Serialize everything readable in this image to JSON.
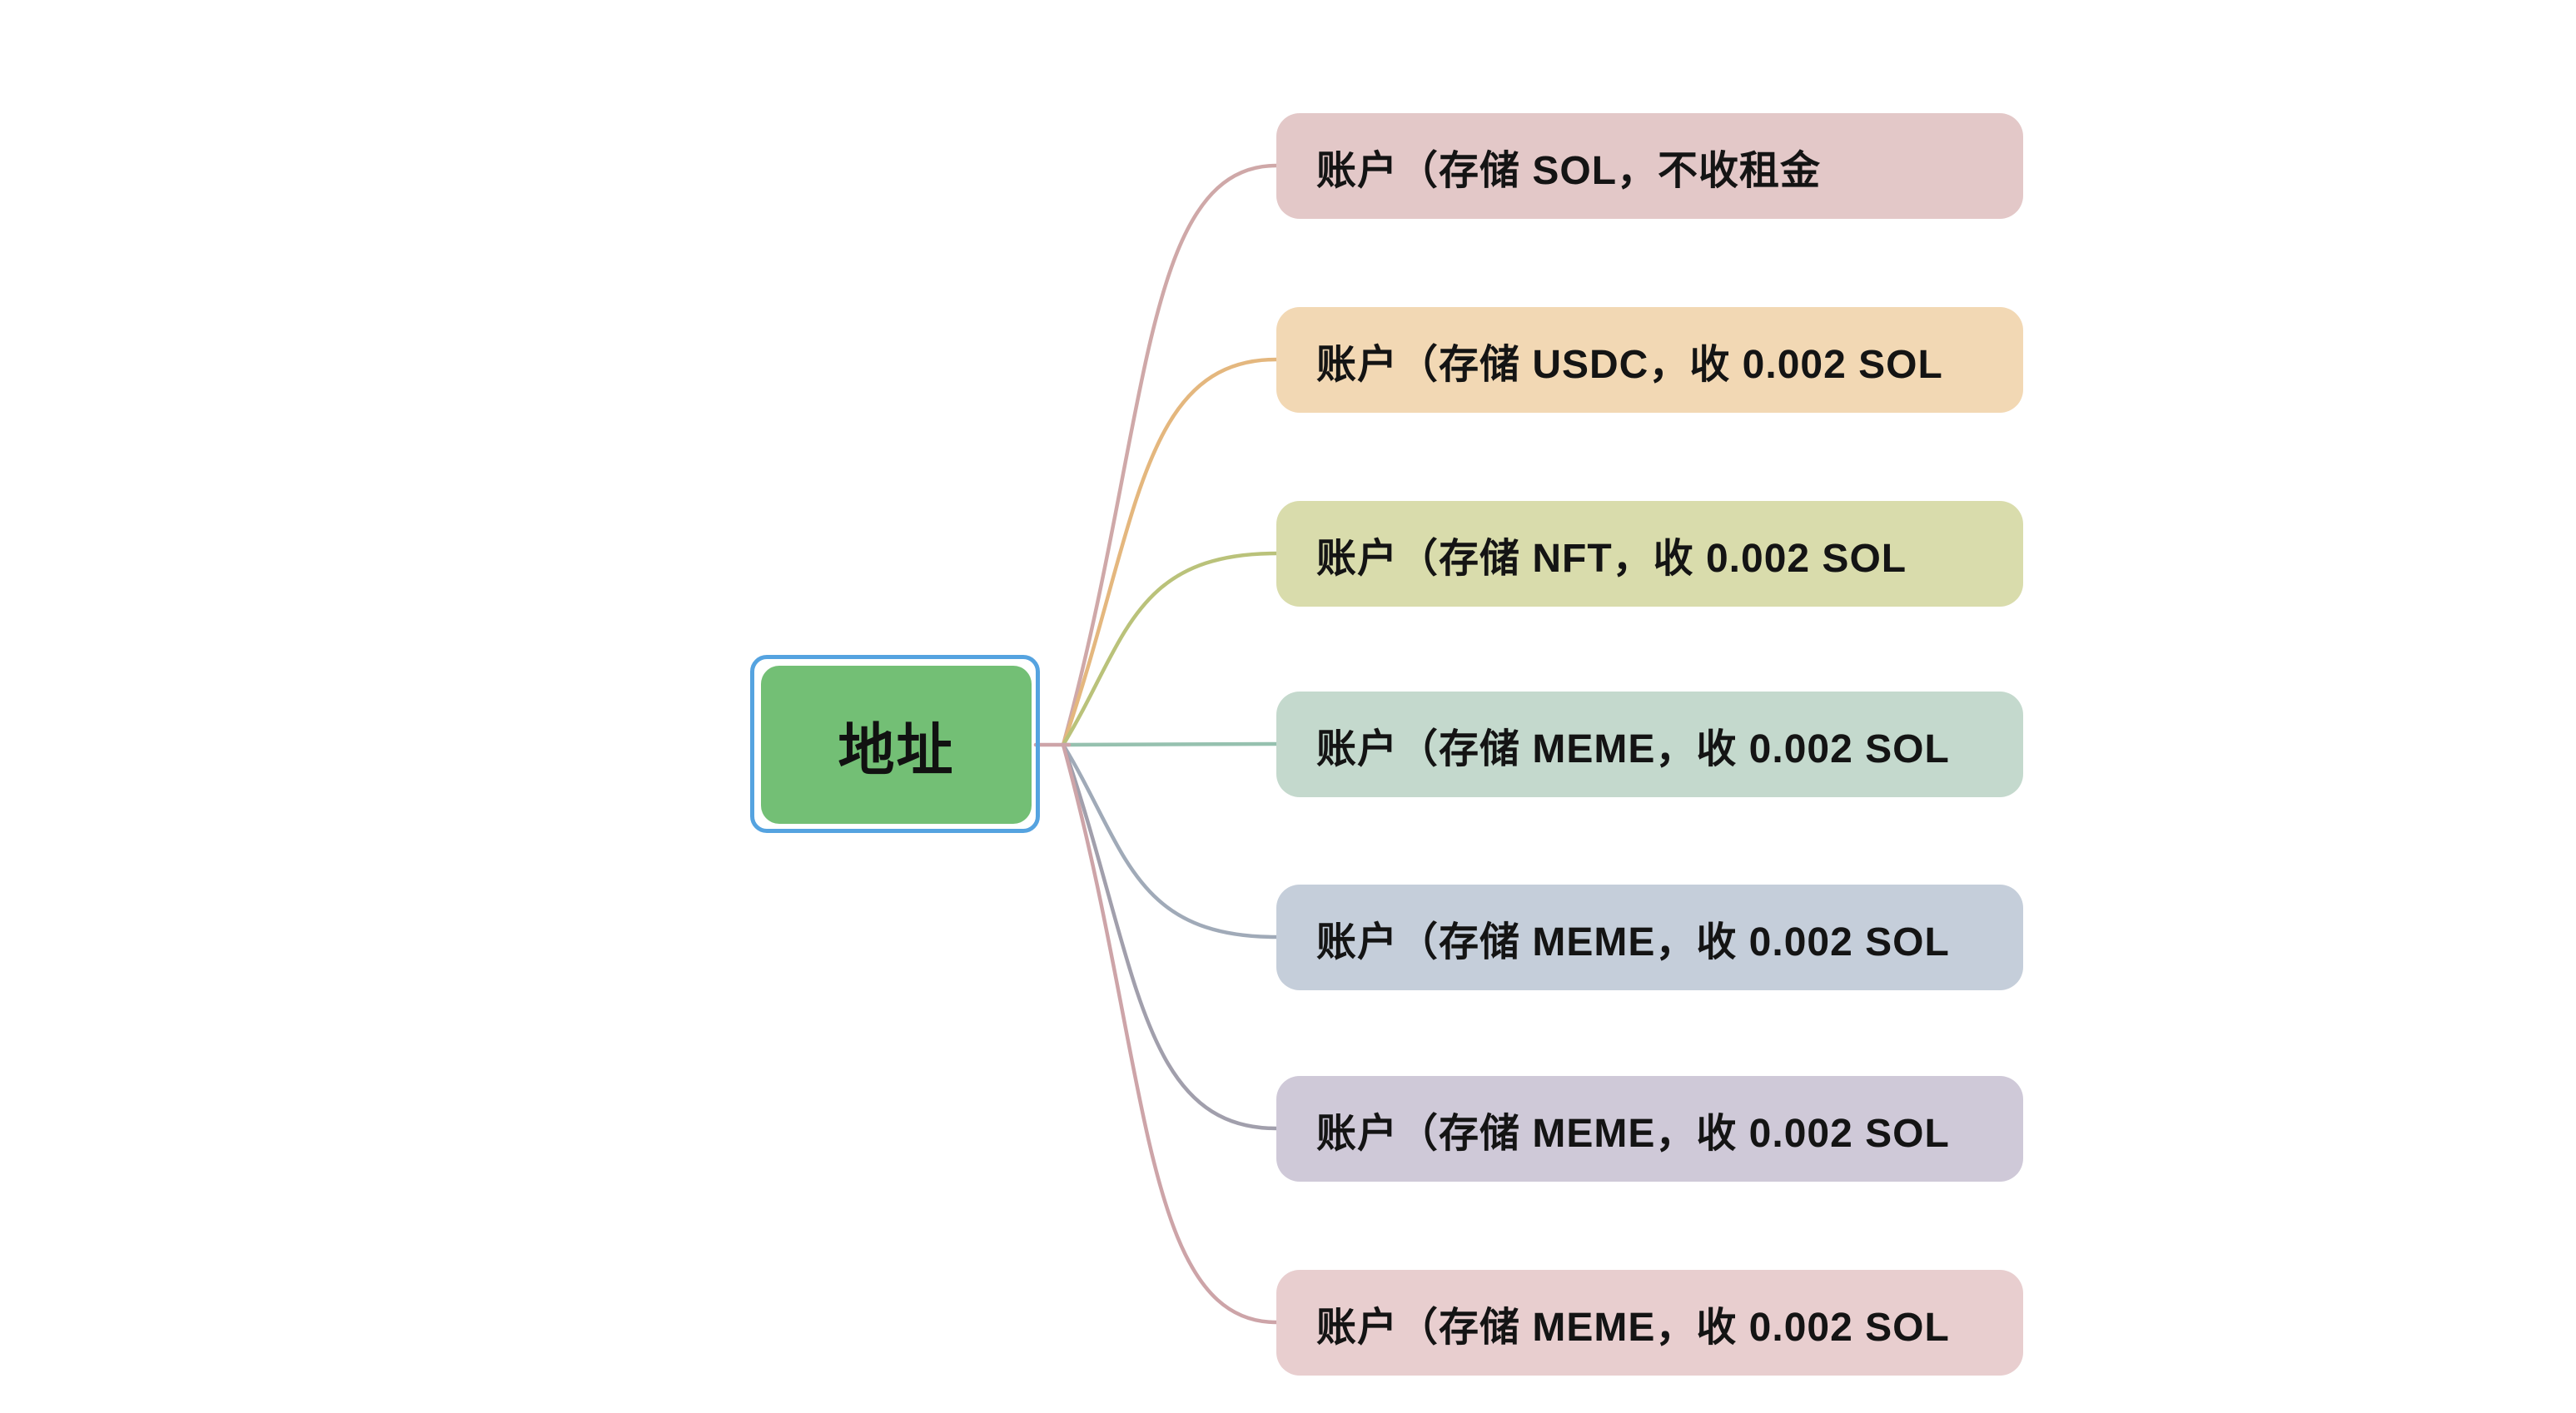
{
  "app": {
    "type": "mindmap",
    "background_color": "#ffffff"
  },
  "root": {
    "label": "地址",
    "fill": "#73bf75",
    "text_color": "#111111",
    "selected": true,
    "selection_border_color": "#55a3e0",
    "connector_color": "#cda4a8"
  },
  "branches": [
    {
      "label": "账户（存储 SOL，不收租金",
      "fill": "#e3c8c8",
      "connector": "#cfa8a8"
    },
    {
      "label": "账户（存储 USDC，收 0.002 SOL",
      "fill": "#f2d8b4",
      "connector": "#e4b77e"
    },
    {
      "label": "账户（存储 NFT，收 0.002 SOL",
      "fill": "#d9dcac",
      "connector": "#bac27a"
    },
    {
      "label": "账户（存储 MEME，收 0.002 SOL",
      "fill": "#c4d9cd",
      "connector": "#96c1af"
    },
    {
      "label": "账户（存储 MEME，收 0.002 SOL",
      "fill": "#c5ceda",
      "connector": "#a0aab8"
    },
    {
      "label": "账户（存储 MEME，收 0.002 SOL",
      "fill": "#cfc9d8",
      "connector": "#a19fac"
    },
    {
      "label": "账户（存储 MEME，收 0.002 SOL",
      "fill": "#e8cecf",
      "connector": "#cda4a8"
    }
  ]
}
